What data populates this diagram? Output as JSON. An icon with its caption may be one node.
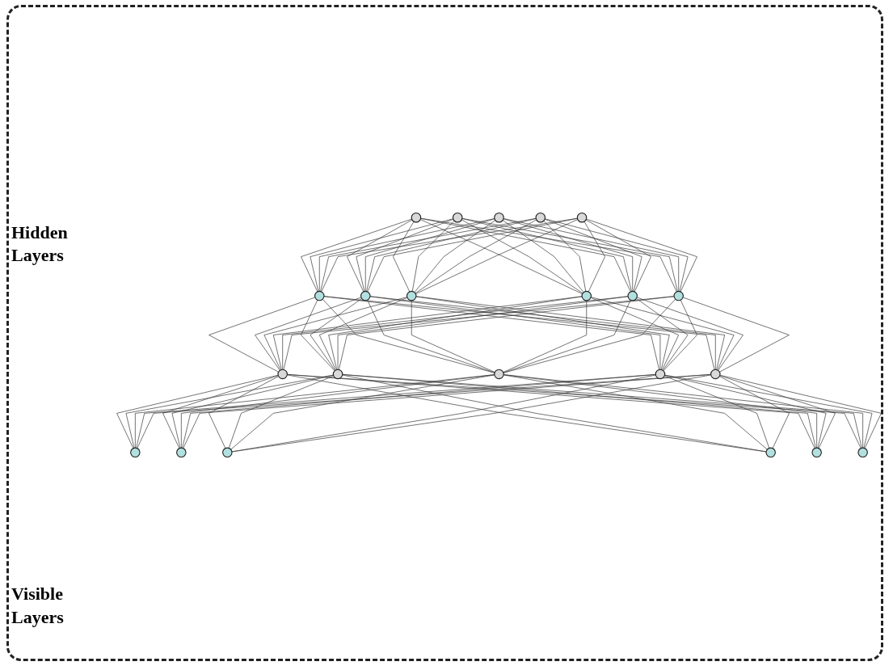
{
  "diagram": {
    "nodes": [
      {
        "text": [],
        "shape": "circle"
      },
      {
        "text": [],
        "shape": "circle"
      },
      {
        "text": [],
        "shape": "circle"
      },
      {
        "text": [],
        "shape": "circle"
      },
      {
        "text": [],
        "shape": "circle"
      },
      {
        "text": [],
        "shape": "circle"
      },
      {
        "text": [],
        "shape": "circle"
      },
      {
        "text": [],
        "shape": "circle"
      },
      {
        "text": [],
        "shape": "circle"
      },
      {
        "text": [],
        "shape": "circle"
      },
      {
        "text": [],
        "shape": "circle"
      },
      {
        "text": [],
        "shape": "circle"
      },
      {
        "text": [],
        "shape": "circle"
      },
      {
        "text": [],
        "shape": "circle"
      },
      {
        "text": [],
        "shape": "circle"
      },
      {
        "text": [],
        "shape": "circle"
      },
      {
        "text": [],
        "shape": "circle"
      },
      {
        "text": [],
        "shape": "circle"
      },
      {
        "text": [],
        "shape": "circle"
      },
      {
        "text": [],
        "shape": "circle"
      },
      {
        "text": [],
        "shape": "circle"
      },
      {
        "text": [],
        "shape": "circle"
      }
    ],
    "edges": [
      {
        "from": 0,
        "to": 5,
        "arrow": "none"
      },
      {
        "from": 0,
        "to": 6,
        "arrow": "none"
      },
      {
        "from": 0,
        "to": 7,
        "arrow": "none"
      },
      {
        "from": 0,
        "to": 8,
        "arrow": "none"
      },
      {
        "from": 0,
        "to": 9,
        "arrow": "none"
      },
      {
        "from": 0,
        "to": 10,
        "arrow": "none"
      },
      {
        "from": 1,
        "to": 5,
        "arrow": "none"
      },
      {
        "from": 1,
        "to": 6,
        "arrow": "none"
      },
      {
        "from": 1,
        "to": 7,
        "arrow": "none"
      },
      {
        "from": 1,
        "to": 8,
        "arrow": "none"
      },
      {
        "from": 1,
        "to": 9,
        "arrow": "none"
      },
      {
        "from": 1,
        "to": 10,
        "arrow": "none"
      },
      {
        "from": 2,
        "to": 5,
        "arrow": "none"
      },
      {
        "from": 2,
        "to": 6,
        "arrow": "none"
      },
      {
        "from": 2,
        "to": 7,
        "arrow": "none"
      },
      {
        "from": 2,
        "to": 8,
        "arrow": "none"
      },
      {
        "from": 2,
        "to": 9,
        "arrow": "none"
      },
      {
        "from": 2,
        "to": 10,
        "arrow": "none"
      },
      {
        "from": 3,
        "to": 5,
        "arrow": "none"
      },
      {
        "from": 3,
        "to": 6,
        "arrow": "none"
      },
      {
        "from": 3,
        "to": 7,
        "arrow": "none"
      },
      {
        "from": 3,
        "to": 8,
        "arrow": "none"
      },
      {
        "from": 3,
        "to": 9,
        "arrow": "none"
      },
      {
        "from": 3,
        "to": 10,
        "arrow": "none"
      },
      {
        "from": 4,
        "to": 5,
        "arrow": "none"
      },
      {
        "from": 4,
        "to": 6,
        "arrow": "none"
      },
      {
        "from": 4,
        "to": 7,
        "arrow": "none"
      },
      {
        "from": 4,
        "to": 8,
        "arrow": "none"
      },
      {
        "from": 4,
        "to": 9,
        "arrow": "none"
      },
      {
        "from": 4,
        "to": 10,
        "arrow": "none"
      },
      {
        "from": 5,
        "to": 11,
        "arrow": "none"
      },
      {
        "from": 5,
        "to": 12,
        "arrow": "none"
      },
      {
        "from": 5,
        "to": 13,
        "arrow": "none"
      },
      {
        "from": 5,
        "to": 14,
        "arrow": "none"
      },
      {
        "from": 5,
        "to": 15,
        "arrow": "none"
      },
      {
        "from": 6,
        "to": 11,
        "arrow": "none"
      },
      {
        "from": 6,
        "to": 12,
        "arrow": "none"
      },
      {
        "from": 6,
        "to": 13,
        "arrow": "none"
      },
      {
        "from": 6,
        "to": 14,
        "arrow": "none"
      },
      {
        "from": 6,
        "to": 15,
        "arrow": "none"
      },
      {
        "from": 7,
        "to": 11,
        "arrow": "none"
      },
      {
        "from": 7,
        "to": 12,
        "arrow": "none"
      },
      {
        "from": 7,
        "to": 13,
        "arrow": "none"
      },
      {
        "from": 7,
        "to": 14,
        "arrow": "none"
      },
      {
        "from": 7,
        "to": 15,
        "arrow": "none"
      },
      {
        "from": 8,
        "to": 11,
        "arrow": "none"
      },
      {
        "from": 8,
        "to": 12,
        "arrow": "none"
      },
      {
        "from": 8,
        "to": 13,
        "arrow": "none"
      },
      {
        "from": 8,
        "to": 14,
        "arrow": "none"
      },
      {
        "from": 8,
        "to": 15,
        "arrow": "none"
      },
      {
        "from": 9,
        "to": 11,
        "arrow": "none"
      },
      {
        "from": 9,
        "to": 12,
        "arrow": "none"
      },
      {
        "from": 9,
        "to": 13,
        "arrow": "none"
      },
      {
        "from": 9,
        "to": 14,
        "arrow": "none"
      },
      {
        "from": 9,
        "to": 15,
        "arrow": "none"
      },
      {
        "from": 10,
        "to": 11,
        "arrow": "none"
      },
      {
        "from": 10,
        "to": 12,
        "arrow": "none"
      },
      {
        "from": 10,
        "to": 13,
        "arrow": "none"
      },
      {
        "from": 10,
        "to": 14,
        "arrow": "none"
      },
      {
        "from": 10,
        "to": 15,
        "arrow": "none"
      },
      {
        "from": 11,
        "to": 16,
        "arrow": "none"
      },
      {
        "from": 11,
        "to": 17,
        "arrow": "none"
      },
      {
        "from": 11,
        "to": 18,
        "arrow": "none"
      },
      {
        "from": 11,
        "to": 19,
        "arrow": "none"
      },
      {
        "from": 11,
        "to": 20,
        "arrow": "none"
      },
      {
        "from": 11,
        "to": 21,
        "arrow": "none"
      },
      {
        "from": 12,
        "to": 16,
        "arrow": "none"
      },
      {
        "from": 12,
        "to": 17,
        "arrow": "none"
      },
      {
        "from": 12,
        "to": 18,
        "arrow": "none"
      },
      {
        "from": 12,
        "to": 19,
        "arrow": "none"
      },
      {
        "from": 12,
        "to": 20,
        "arrow": "none"
      },
      {
        "from": 12,
        "to": 21,
        "arrow": "none"
      },
      {
        "from": 13,
        "to": 16,
        "arrow": "none"
      },
      {
        "from": 13,
        "to": 17,
        "arrow": "none"
      },
      {
        "from": 13,
        "to": 18,
        "arrow": "none"
      },
      {
        "from": 13,
        "to": 19,
        "arrow": "none"
      },
      {
        "from": 13,
        "to": 20,
        "arrow": "none"
      },
      {
        "from": 13,
        "to": 21,
        "arrow": "none"
      },
      {
        "from": 14,
        "to": 16,
        "arrow": "none"
      },
      {
        "from": 14,
        "to": 17,
        "arrow": "none"
      },
      {
        "from": 14,
        "to": 18,
        "arrow": "none"
      },
      {
        "from": 14,
        "to": 19,
        "arrow": "none"
      },
      {
        "from": 14,
        "to": 20,
        "arrow": "none"
      },
      {
        "from": 14,
        "to": 21,
        "arrow": "none"
      },
      {
        "from": 15,
        "to": 16,
        "arrow": "none"
      },
      {
        "from": 15,
        "to": 17,
        "arrow": "none"
      },
      {
        "from": 15,
        "to": 18,
        "arrow": "none"
      },
      {
        "from": 15,
        "to": 19,
        "arrow": "none"
      },
      {
        "from": 15,
        "to": 20,
        "arrow": "none"
      },
      {
        "from": 15,
        "to": 21,
        "arrow": "none"
      }
    ],
    "labels": [
      "Hidden Layers",
      "Visible Layers"
    ]
  }
}
